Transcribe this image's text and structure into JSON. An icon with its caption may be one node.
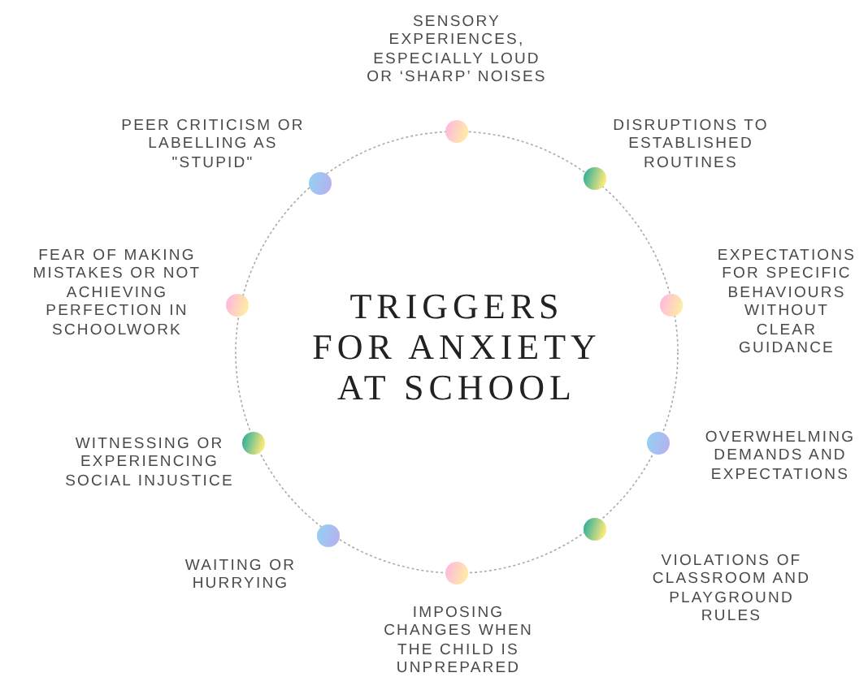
{
  "diagram": {
    "title": "TRIGGERS FOR ANXIETY AT SCHOOL",
    "labels": [
      "SENSORY EXPERIENCES, ESPECIALLY LOUD OR ‘SHARP’ NOISES",
      "DISRUPTIONS TO ESTABLISHED ROUTINES",
      "EXPECTATIONS FOR SPECIFIC BEHAVIOURS WITHOUT CLEAR GUIDANCE",
      "OVERWHELMING DEMANDS AND EXPECTATIONS",
      "VIOLATIONS OF CLASSROOM AND PLAYGROUND RULES",
      "IMPOSING CHANGES WHEN THE CHILD IS UNPREPARED",
      "WAITING OR HURRYING",
      "WITNESSING OR EXPERIENCING SOCIAL INJUSTICE",
      "FEAR OF MAKING MISTAKES OR NOT ACHIEVING PERFECTION IN SCHOOLWORK",
      "PEER CRITICISM OR LABELLING AS \"STUPID\""
    ]
  }
}
